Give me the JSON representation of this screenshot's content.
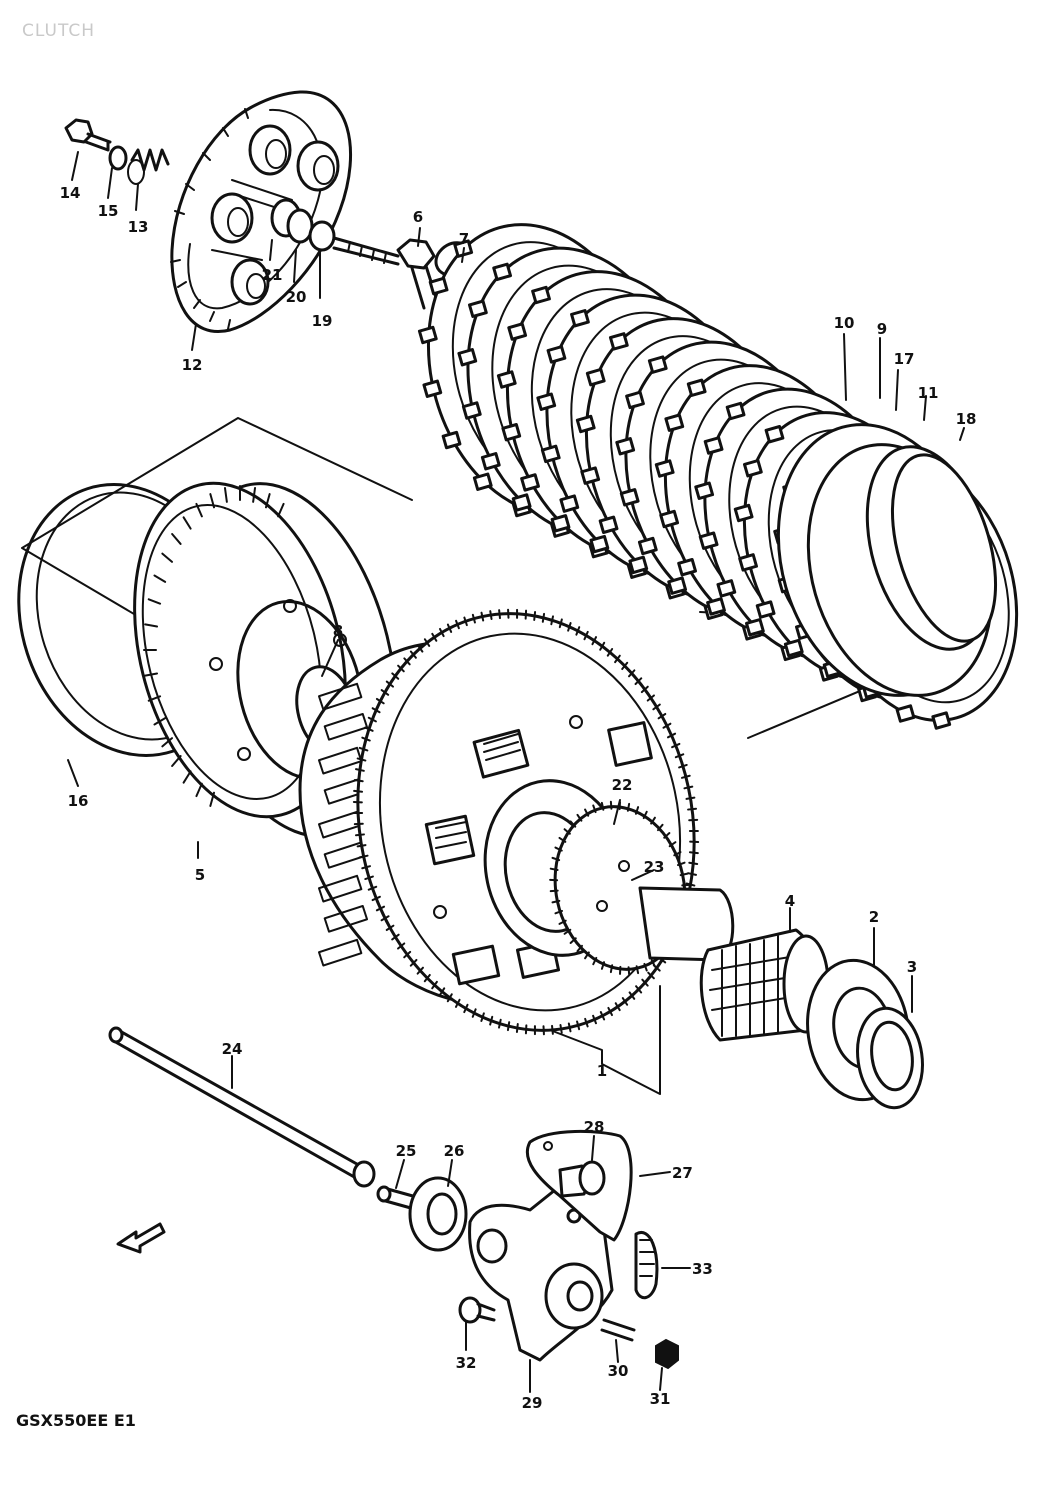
{
  "header": {
    "section_title": "CLUTCH"
  },
  "footer": {
    "model_code": "GSX550EE  E1"
  },
  "callouts": [
    {
      "id": "p1",
      "label": "1"
    },
    {
      "id": "p2",
      "label": "2"
    },
    {
      "id": "p3",
      "label": "3"
    },
    {
      "id": "p4",
      "label": "4"
    },
    {
      "id": "p5",
      "label": "5"
    },
    {
      "id": "p6",
      "label": "6"
    },
    {
      "id": "p7",
      "label": "7"
    },
    {
      "id": "p8",
      "label": "8"
    },
    {
      "id": "p9",
      "label": "9"
    },
    {
      "id": "p10",
      "label": "10"
    },
    {
      "id": "p11",
      "label": "11"
    },
    {
      "id": "p12",
      "label": "12"
    },
    {
      "id": "p13",
      "label": "13"
    },
    {
      "id": "p14",
      "label": "14"
    },
    {
      "id": "p15",
      "label": "15"
    },
    {
      "id": "p16",
      "label": "16"
    },
    {
      "id": "p17",
      "label": "17"
    },
    {
      "id": "p18",
      "label": "18"
    },
    {
      "id": "p19",
      "label": "19"
    },
    {
      "id": "p20",
      "label": "20"
    },
    {
      "id": "p21",
      "label": "21"
    },
    {
      "id": "p22",
      "label": "22"
    },
    {
      "id": "p23",
      "label": "23"
    },
    {
      "id": "p24",
      "label": "24"
    },
    {
      "id": "p25",
      "label": "25"
    },
    {
      "id": "p26",
      "label": "26"
    },
    {
      "id": "p27",
      "label": "27"
    },
    {
      "id": "p28",
      "label": "28"
    },
    {
      "id": "p29",
      "label": "29"
    },
    {
      "id": "p30",
      "label": "30"
    },
    {
      "id": "p31",
      "label": "31"
    },
    {
      "id": "p32",
      "label": "32"
    },
    {
      "id": "p33",
      "label": "33"
    }
  ]
}
